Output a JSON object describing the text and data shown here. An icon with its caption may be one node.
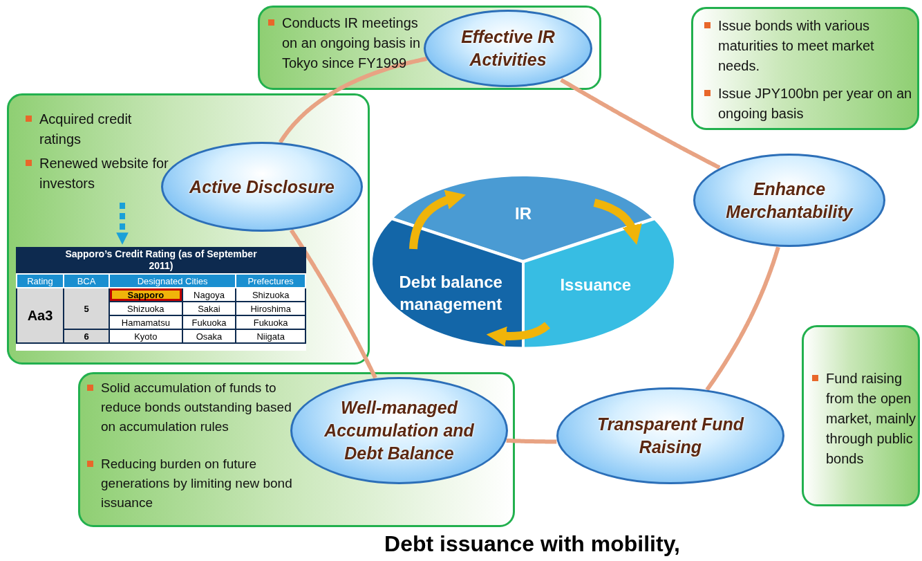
{
  "diagram": {
    "caption": "Debt issuance with mobility,",
    "nodes": [
      {
        "text": [
          "Conducts IR meetings on an ongoing basis in Tokyo since FY1999"
        ]
      },
      {
        "text": [
          "Effective IR Activities"
        ],
        "in": 0
      },
      {
        "text": [
          "Issue bonds with various maturities to meet market needs.",
          "Issue JPY100bn  per year on an ongoing basis"
        ]
      },
      {
        "text": [
          "Enhance Merchantability"
        ]
      },
      {
        "text": [
          "Acquired credit ratings",
          "Renewed website for investors"
        ]
      },
      {
        "text": [
          "Active Disclosure"
        ],
        "in": 4
      },
      {
        "text": [
          "Sapporo’s Credit Rating (as of September 2011)"
        ],
        "in": 4
      },
      {
        "text": [
          "Solid accumulation of funds to reduce bonds outstanding based on accumulation rules",
          "Reducing burden on future generations by limiting new bond issuance"
        ]
      },
      {
        "text": [
          "Well-managed Accumulation and Debt Balance"
        ],
        "in": 7
      },
      {
        "text": [
          "Transparent Fund Raising"
        ]
      },
      {
        "text": [
          "Fund raising from the open market, mainly through public bonds"
        ]
      },
      {
        "text": [
          "IR"
        ]
      },
      {
        "text": [
          "Issuance"
        ]
      },
      {
        "text": [
          "Debt balance management"
        ]
      }
    ],
    "edges": [
      {
        "from": 1,
        "to": 3,
        "arrow": "none",
        "color": "#e8a383"
      },
      {
        "from": 3,
        "to": 9,
        "arrow": "none",
        "color": "#e8a383"
      },
      {
        "from": 9,
        "to": 8,
        "arrow": "none",
        "color": "#e8a383"
      },
      {
        "from": 8,
        "to": 5,
        "arrow": "none",
        "color": "#e8a383"
      },
      {
        "from": 5,
        "to": 1,
        "arrow": "none",
        "color": "#e8a383"
      },
      {
        "from": 13,
        "to": 11,
        "arrow": "to",
        "color": "#f0b40a",
        "style": "thick"
      },
      {
        "from": 11,
        "to": 12,
        "arrow": "to",
        "color": "#f0b40a",
        "style": "thick"
      },
      {
        "from": 12,
        "to": 13,
        "arrow": "to",
        "color": "#f0b40a",
        "style": "thick"
      },
      {
        "from": null,
        "to": 6,
        "arrow": "to",
        "color": "#1aa0d8",
        "style": "dashed"
      }
    ],
    "labels": [
      "Rating",
      "BCA",
      "Designated Cities",
      "Prefectures",
      "Aa3",
      "5",
      "Sapporo",
      "Nagoya",
      "Shizuoka",
      "Shizuoka",
      "Sakai",
      "Hiroshima",
      "Hamamatsu",
      "Fukuoka",
      "Fukuoka",
      "6",
      "Kyoto",
      "Osaka",
      "Niigata"
    ]
  }
}
